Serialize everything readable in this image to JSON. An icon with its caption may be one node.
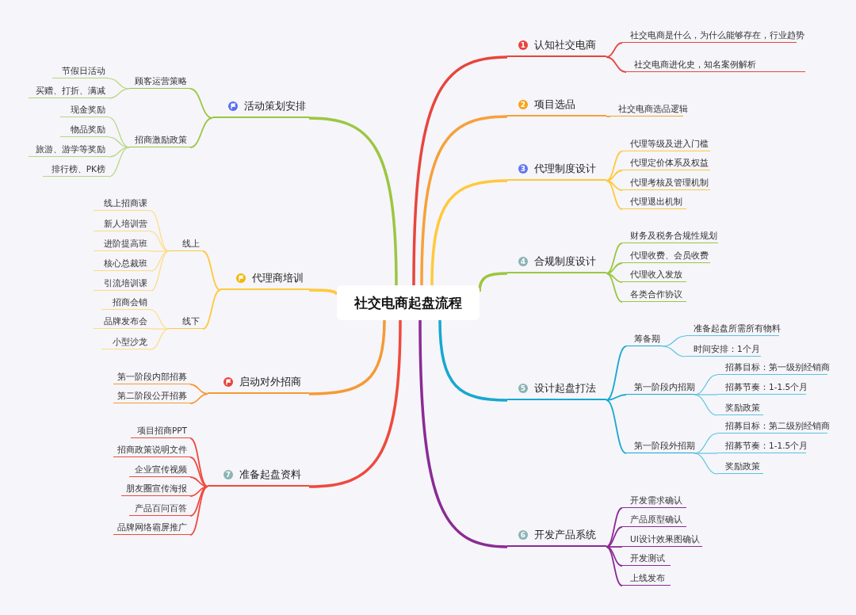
{
  "diagram": {
    "nodes": [
      {
        "text": [
          "社交电商起盘流程"
        ]
      },
      {
        "text": [
          "1",
          "认知社交电商"
        ]
      },
      {
        "text": [
          "社交电商是什么，为什么能够存在，行业趋势"
        ]
      },
      {
        "text": [
          "社交电商进化史，知名案例解析"
        ]
      },
      {
        "text": [
          "2",
          "项目选品"
        ]
      },
      {
        "text": [
          "社交电商选品逻辑"
        ]
      },
      {
        "text": [
          "3",
          "代理制度设计"
        ]
      },
      {
        "text": [
          "代理等级及进入门槛"
        ]
      },
      {
        "text": [
          "代理定价体系及权益"
        ]
      },
      {
        "text": [
          "代理考核及管理机制"
        ]
      },
      {
        "text": [
          "代理退出机制"
        ]
      },
      {
        "text": [
          "4",
          "合规制度设计"
        ]
      },
      {
        "text": [
          "财务及税务合规性规划"
        ]
      },
      {
        "text": [
          "代理收费、会员收费"
        ]
      },
      {
        "text": [
          "代理收入发放"
        ]
      },
      {
        "text": [
          "各类合作协议"
        ]
      },
      {
        "text": [
          "5",
          "设计起盘打法"
        ]
      },
      {
        "text": [
          "筹备期"
        ]
      },
      {
        "text": [
          "准备起盘所需所有物料"
        ]
      },
      {
        "text": [
          "时间安排：1个月"
        ]
      },
      {
        "text": [
          "第一阶段内招期"
        ]
      },
      {
        "text": [
          "招募目标：第一级别经销商"
        ]
      },
      {
        "text": [
          "招募节奏：1-1.5个月"
        ]
      },
      {
        "text": [
          "奖励政策"
        ]
      },
      {
        "text": [
          "第一阶段外招期"
        ]
      },
      {
        "text": [
          "招募目标：第二级别经销商"
        ]
      },
      {
        "text": [
          "招募节奏：1-1.5个月"
        ]
      },
      {
        "text": [
          "奖励政策"
        ]
      },
      {
        "text": [
          "6",
          "开发产品系统"
        ]
      },
      {
        "text": [
          "开发需求确认"
        ]
      },
      {
        "text": [
          "产品原型确认"
        ]
      },
      {
        "text": [
          "UI设计效果图确认"
        ]
      },
      {
        "text": [
          "开发测试"
        ]
      },
      {
        "text": [
          "上线发布"
        ]
      },
      {
        "text": [
          "活动策划安排"
        ]
      },
      {
        "text": [
          "顾客运营策略"
        ]
      },
      {
        "text": [
          "节假日活动"
        ]
      },
      {
        "text": [
          "买赠、打折、满减"
        ]
      },
      {
        "text": [
          "招商激励政策"
        ]
      },
      {
        "text": [
          "现金奖励"
        ]
      },
      {
        "text": [
          "物品奖励"
        ]
      },
      {
        "text": [
          "旅游、游学等奖励"
        ]
      },
      {
        "text": [
          "排行榜、PK榜"
        ]
      },
      {
        "text": [
          "代理商培训"
        ]
      },
      {
        "text": [
          "线上"
        ]
      },
      {
        "text": [
          "线上招商课"
        ]
      },
      {
        "text": [
          "新人培训营"
        ]
      },
      {
        "text": [
          "进阶提高班"
        ]
      },
      {
        "text": [
          "核心总裁班"
        ]
      },
      {
        "text": [
          "引流培训课"
        ]
      },
      {
        "text": [
          "线下"
        ]
      },
      {
        "text": [
          "招商会销"
        ]
      },
      {
        "text": [
          "品牌发布会"
        ]
      },
      {
        "text": [
          "小型沙龙"
        ]
      },
      {
        "text": [
          "启动对外招商"
        ]
      },
      {
        "text": [
          "第一阶段内部招募"
        ]
      },
      {
        "text": [
          "第二阶段公开招募"
        ]
      },
      {
        "text": [
          "7",
          "准备起盘资料"
        ]
      },
      {
        "text": [
          "项目招商PPT"
        ]
      },
      {
        "text": [
          "招商政策说明文件"
        ]
      },
      {
        "text": [
          "企业宣传视频"
        ]
      },
      {
        "text": [
          "朋友圈宣传海报"
        ]
      },
      {
        "text": [
          "产品百问百答"
        ]
      },
      {
        "text": [
          "品牌网络霸屏推广"
        ]
      }
    ],
    "edges": [
      {
        "from": 0,
        "to": 1,
        "arrow": "none",
        "style": "thick",
        "color": "#e8453c"
      },
      {
        "from": 1,
        "to": 2,
        "arrow": "none",
        "color": "#e8453c"
      },
      {
        "from": 1,
        "to": 3,
        "arrow": "none",
        "color": "#e8453c"
      },
      {
        "from": 0,
        "to": 4,
        "arrow": "none",
        "style": "thick",
        "color": "#f7a03a"
      },
      {
        "from": 4,
        "to": 5,
        "arrow": "none",
        "color": "#f7a03a"
      },
      {
        "from": 0,
        "to": 6,
        "arrow": "none",
        "style": "thick",
        "color": "#ffc93c"
      },
      {
        "from": 6,
        "to": 7,
        "arrow": "none",
        "color": "#ffc93c"
      },
      {
        "from": 6,
        "to": 8,
        "arrow": "none",
        "color": "#ffc93c"
      },
      {
        "from": 6,
        "to": 9,
        "arrow": "none",
        "color": "#ffc93c"
      },
      {
        "from": 6,
        "to": 10,
        "arrow": "none",
        "color": "#ffc93c"
      },
      {
        "from": 0,
        "to": 11,
        "arrow": "none",
        "style": "thick",
        "color": "#9cc640"
      },
      {
        "from": 11,
        "to": 12,
        "arrow": "none",
        "color": "#9cc640"
      },
      {
        "from": 11,
        "to": 13,
        "arrow": "none",
        "color": "#9cc640"
      },
      {
        "from": 11,
        "to": 14,
        "arrow": "none",
        "color": "#9cc640"
      },
      {
        "from": 11,
        "to": 15,
        "arrow": "none",
        "color": "#9cc640"
      },
      {
        "from": 0,
        "to": 16,
        "arrow": "none",
        "style": "thick",
        "color": "#17a8cf"
      },
      {
        "from": 16,
        "to": 17,
        "arrow": "none",
        "color": "#17a8cf"
      },
      {
        "from": 17,
        "to": 18,
        "arrow": "none",
        "color": "#5cc3e0"
      },
      {
        "from": 17,
        "to": 19,
        "arrow": "none",
        "color": "#5cc3e0"
      },
      {
        "from": 16,
        "to": 20,
        "arrow": "none",
        "color": "#17a8cf"
      },
      {
        "from": 20,
        "to": 21,
        "arrow": "none",
        "color": "#5cc3e0"
      },
      {
        "from": 20,
        "to": 22,
        "arrow": "none",
        "color": "#5cc3e0"
      },
      {
        "from": 20,
        "to": 23,
        "arrow": "none",
        "color": "#5cc3e0"
      },
      {
        "from": 16,
        "to": 24,
        "arrow": "none",
        "color": "#17a8cf"
      },
      {
        "from": 24,
        "to": 25,
        "arrow": "none",
        "color": "#5cc3e0"
      },
      {
        "from": 24,
        "to": 26,
        "arrow": "none",
        "color": "#5cc3e0"
      },
      {
        "from": 24,
        "to": 27,
        "arrow": "none",
        "color": "#5cc3e0"
      },
      {
        "from": 0,
        "to": 28,
        "arrow": "none",
        "style": "thick",
        "color": "#8a2b94"
      },
      {
        "from": 28,
        "to": 29,
        "arrow": "none",
        "color": "#8a2b94"
      },
      {
        "from": 28,
        "to": 30,
        "arrow": "none",
        "color": "#8a2b94"
      },
      {
        "from": 28,
        "to": 31,
        "arrow": "none",
        "color": "#8a2b94"
      },
      {
        "from": 28,
        "to": 32,
        "arrow": "none",
        "color": "#8a2b94"
      },
      {
        "from": 28,
        "to": 33,
        "arrow": "none",
        "color": "#8a2b94"
      },
      {
        "from": 0,
        "to": 34,
        "arrow": "none",
        "style": "thick",
        "color": "#9cc640"
      },
      {
        "from": 34,
        "to": 35,
        "arrow": "none",
        "color": "#9cc640"
      },
      {
        "from": 35,
        "to": 36,
        "arrow": "none",
        "color": "#b8d67a"
      },
      {
        "from": 35,
        "to": 37,
        "arrow": "none",
        "color": "#b8d67a"
      },
      {
        "from": 34,
        "to": 38,
        "arrow": "none",
        "color": "#9cc640"
      },
      {
        "from": 38,
        "to": 39,
        "arrow": "none",
        "color": "#b8d67a"
      },
      {
        "from": 38,
        "to": 40,
        "arrow": "none",
        "color": "#b8d67a"
      },
      {
        "from": 38,
        "to": 41,
        "arrow": "none",
        "color": "#b8d67a"
      },
      {
        "from": 38,
        "to": 42,
        "arrow": "none",
        "color": "#b8d67a"
      },
      {
        "from": 0,
        "to": 43,
        "arrow": "none",
        "style": "thick",
        "color": "#ffc93c"
      },
      {
        "from": 43,
        "to": 44,
        "arrow": "none",
        "color": "#ffc93c"
      },
      {
        "from": 44,
        "to": 45,
        "arrow": "none",
        "color": "#ffdc80"
      },
      {
        "from": 44,
        "to": 46,
        "arrow": "none",
        "color": "#ffdc80"
      },
      {
        "from": 44,
        "to": 47,
        "arrow": "none",
        "color": "#ffdc80"
      },
      {
        "from": 44,
        "to": 48,
        "arrow": "none",
        "color": "#ffdc80"
      },
      {
        "from": 44,
        "to": 49,
        "arrow": "none",
        "color": "#ffdc80"
      },
      {
        "from": 43,
        "to": 50,
        "arrow": "none",
        "color": "#ffc93c"
      },
      {
        "from": 50,
        "to": 51,
        "arrow": "none",
        "color": "#ffdc80"
      },
      {
        "from": 50,
        "to": 52,
        "arrow": "none",
        "color": "#ffdc80"
      },
      {
        "from": 50,
        "to": 53,
        "arrow": "none",
        "color": "#ffdc80"
      },
      {
        "from": 0,
        "to": 54,
        "arrow": "none",
        "style": "thick",
        "color": "#f59a35"
      },
      {
        "from": 54,
        "to": 55,
        "arrow": "none",
        "color": "#f59a35"
      },
      {
        "from": 54,
        "to": 56,
        "arrow": "none",
        "color": "#f59a35"
      },
      {
        "from": 0,
        "to": 57,
        "arrow": "none",
        "style": "thick",
        "color": "#ee4a3c"
      },
      {
        "from": 57,
        "to": 58,
        "arrow": "none",
        "color": "#ee4a3c"
      },
      {
        "from": 57,
        "to": 59,
        "arrow": "none",
        "color": "#ee4a3c"
      },
      {
        "from": 57,
        "to": 60,
        "arrow": "none",
        "color": "#ee4a3c"
      },
      {
        "from": 57,
        "to": 61,
        "arrow": "none",
        "color": "#ee4a3c"
      },
      {
        "from": 57,
        "to": 62,
        "arrow": "none",
        "color": "#ee4a3c"
      },
      {
        "from": 57,
        "to": 63,
        "arrow": "none",
        "color": "#ee4a3c"
      }
    ]
  }
}
